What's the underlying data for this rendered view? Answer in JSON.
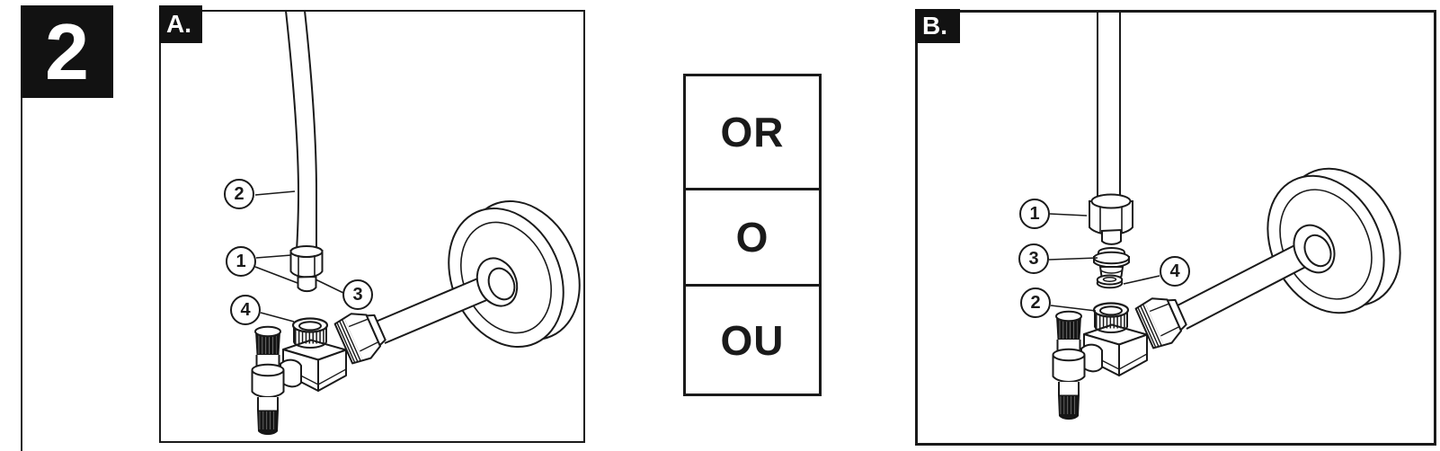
{
  "step_badge": {
    "number": "2"
  },
  "panel_a": {
    "label": "A.",
    "callouts": [
      {
        "num": "2",
        "target": "supply-tube"
      },
      {
        "num": "1",
        "target": "compression-nut"
      },
      {
        "num": "3",
        "target": "nut-sleeve"
      },
      {
        "num": "4",
        "target": "valve-outlet"
      }
    ]
  },
  "panel_b": {
    "label": "B.",
    "callouts": [
      {
        "num": "1",
        "target": "compression-nut"
      },
      {
        "num": "3",
        "target": "ferrule"
      },
      {
        "num": "4",
        "target": "o-ring"
      },
      {
        "num": "2",
        "target": "valve-outlet"
      }
    ]
  },
  "or_column": {
    "options": [
      {
        "label": "OR"
      },
      {
        "label": "O"
      },
      {
        "label": "OU"
      }
    ]
  },
  "colors": {
    "ink": "#1a1a1a",
    "paper": "#ffffff"
  }
}
